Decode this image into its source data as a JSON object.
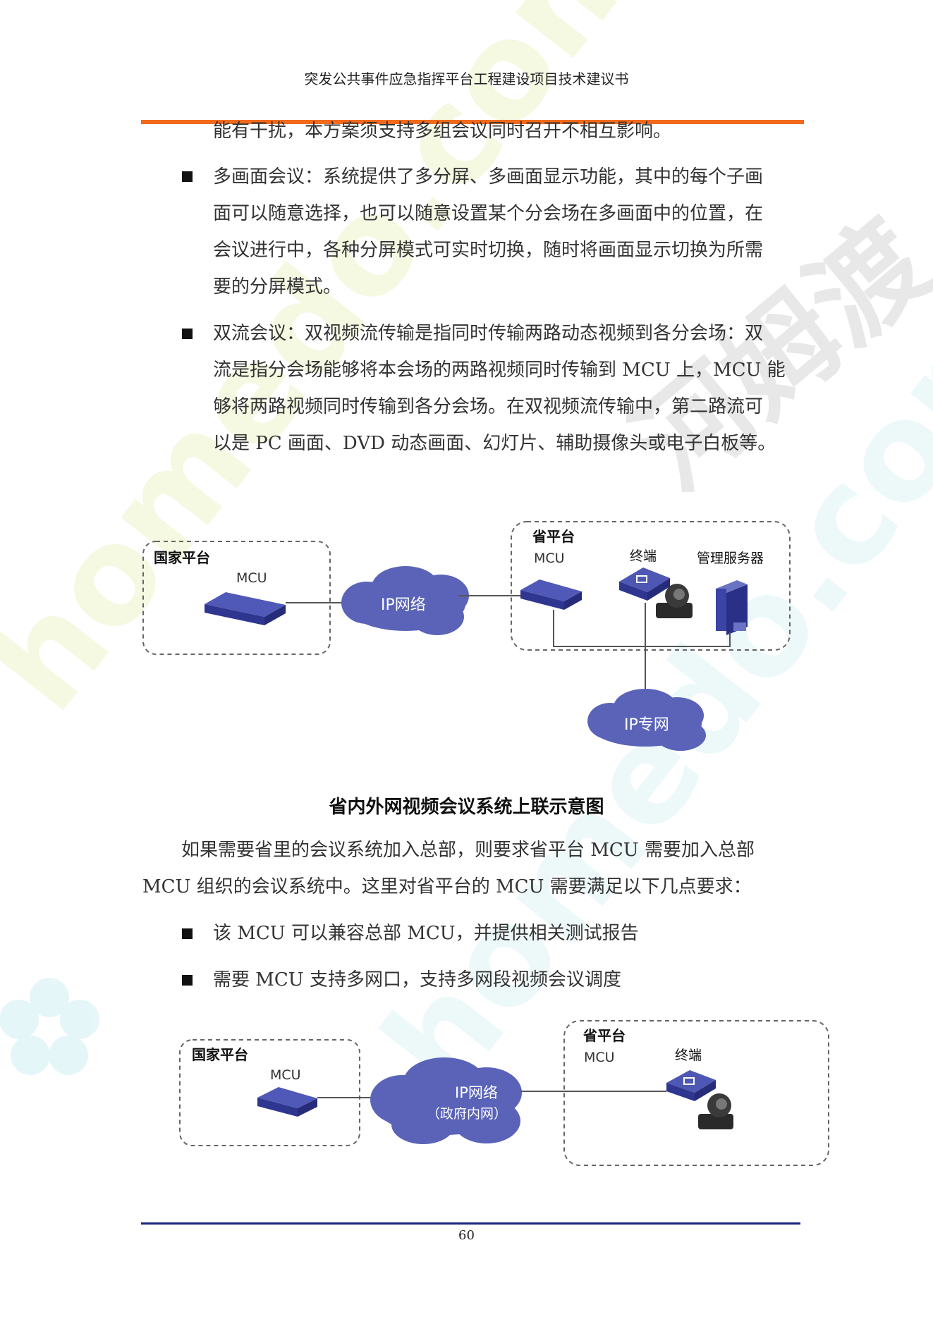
{
  "header": {
    "title": "突发公共事件应急指挥平台工程建设项目技术建议书"
  },
  "body": {
    "cont_line": "能有干扰，本方案须支持多组会议同时召开不相互影响。",
    "bullets_top": [
      {
        "lines": [
          "多画面会议：系统提供了多分屏、多画面显示功能，其中的每个子画",
          "面可以随意选择，也可以随意设置某个分会场在多画面中的位置，在",
          "会议进行中，各种分屏模式可实时切换，随时将画面显示切换为所需",
          "要的分屏模式。"
        ]
      },
      {
        "lines": [
          "双流会议：双视频流传输是指同时传输两路动态视频到各分会场：双",
          "流是指分会场能够将本会场的两路视频同时传输到 MCU 上，MCU 能",
          "够将两路视频同时传输到各分会场。在双视频流传输中，第二路流可",
          "以是 PC  画面、DVD  动态画面、幻灯片、辅助摄像头或电子白板等。"
        ]
      }
    ],
    "caption": "省内外网视频会议系统上联示意图",
    "para_lines": [
      "如果需要省里的会议系统加入总部，则要求省平台 MCU 需要加入总部",
      "MCU 组织的会议系统中。这里对省平台的 MCU 需要满足以下几点要求："
    ],
    "bullets_bottom": [
      "该 MCU 可以兼容总部 MCU，并提供相关测试报告",
      "需要 MCU 支持多网口，支持多网段视频会议调度"
    ]
  },
  "diagram1": {
    "national": "国家平台",
    "national_mcu": "MCU",
    "cloud": "IP网络",
    "province": "省平台",
    "province_mcu": "MCU",
    "terminal": "终端",
    "server": "管理服务器",
    "cloud2": "IP专网"
  },
  "diagram2": {
    "national": "国家平台",
    "national_mcu": "MCU",
    "cloud_line1": "IP网络",
    "cloud_line2": "（政府内网）",
    "province": "省平台",
    "province_mcu": "MCU",
    "terminal": "终端"
  },
  "watermark": {
    "text1": "homedo.com",
    "text2": "河姆渡"
  },
  "footer": {
    "page": "60"
  },
  "colors": {
    "accent_orange": "#f26a1b",
    "footer_blue": "#1a237e",
    "cloud": "#5a63b8",
    "device": "#3c44a6"
  }
}
